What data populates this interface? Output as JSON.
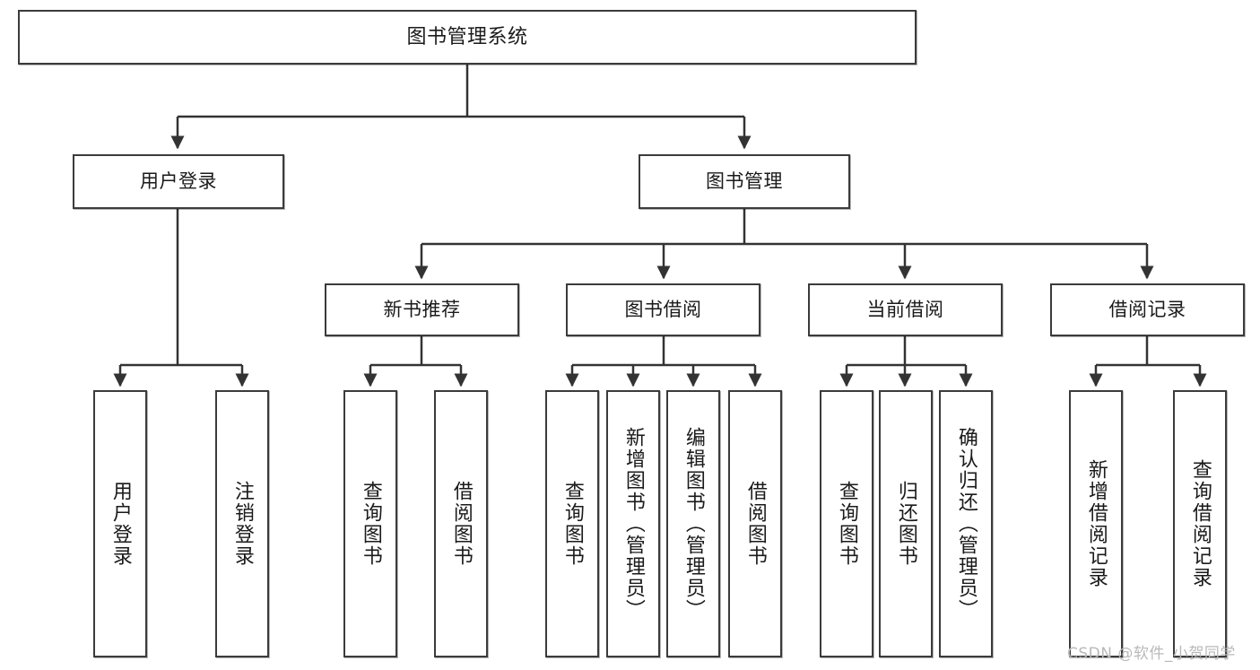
{
  "diagram": {
    "type": "tree",
    "title": "图书管理系统",
    "watermark": "CSDN @软件_小贺同学",
    "colors": {
      "node_border": "#3b3b3b",
      "node_fill": "#ffffff",
      "edge": "#333333",
      "text": "#1a1a1a",
      "watermark": "#b9b9b9"
    },
    "nodes": {
      "root": {
        "label": "图书管理系统"
      },
      "level2": [
        {
          "id": "user-login",
          "label": "用户登录"
        },
        {
          "id": "book-manage",
          "label": "图书管理"
        }
      ],
      "level3": [
        {
          "id": "new-book-recommend",
          "label": "新书推荐"
        },
        {
          "id": "book-borrow",
          "label": "图书借阅"
        },
        {
          "id": "current-borrow",
          "label": "当前借阅"
        },
        {
          "id": "borrow-record",
          "label": "借阅记录"
        }
      ],
      "leaves": {
        "user_login": [
          {
            "id": "leaf-user-login",
            "label": "用户登录"
          },
          {
            "id": "leaf-logout",
            "label": "注销登录"
          }
        ],
        "new_book_recommend": [
          {
            "id": "leaf-query-book-1",
            "label": "查询图书"
          },
          {
            "id": "leaf-borrow-book-1",
            "label": "借阅图书"
          }
        ],
        "book_borrow": [
          {
            "id": "leaf-query-book-2",
            "label": "查询图书"
          },
          {
            "id": "leaf-add-book",
            "label": "新增图书（管理员）"
          },
          {
            "id": "leaf-edit-book",
            "label": "编辑图书（管理员）"
          },
          {
            "id": "leaf-borrow-book-2",
            "label": "借阅图书"
          }
        ],
        "current_borrow": [
          {
            "id": "leaf-query-book-3",
            "label": "查询图书"
          },
          {
            "id": "leaf-return-book",
            "label": "归还图书"
          },
          {
            "id": "leaf-confirm-return",
            "label": "确认归还（管理员）"
          }
        ],
        "borrow_record": [
          {
            "id": "leaf-add-record",
            "label": "新增借阅记录"
          },
          {
            "id": "leaf-query-record",
            "label": "查询借阅记录"
          }
        ]
      }
    }
  }
}
